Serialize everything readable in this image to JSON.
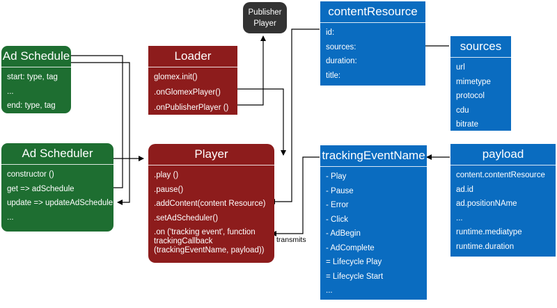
{
  "publisher": {
    "line1": "Publisher",
    "line2": "Player"
  },
  "loader": {
    "title": "Loader",
    "rows": [
      "glomex.init()",
      ".onGlomexPlayer()",
      ".onPublisherPlayer ()"
    ]
  },
  "ad_schedule": {
    "title": "Ad Schedule",
    "rows": [
      "start: type, tag",
      "...",
      "end: type, tag"
    ]
  },
  "ad_scheduler": {
    "title": "Ad Scheduler",
    "rows": [
      "constructor ()",
      "get => adSchedule",
      "update => updateAdSchedule",
      "..."
    ]
  },
  "player": {
    "title": "Player",
    "rows": [
      ".play ()",
      ".pause()",
      ".addContent(content Resource)",
      ".setAdScheduler()"
    ],
    "event_lines": [
      ".on ('tracking event', function",
      "trackingCallback",
      "(trackingEventName, payload))"
    ]
  },
  "content_resource": {
    "title": "contentResource",
    "rows": [
      "id:",
      "sources:",
      "duration:",
      "title:"
    ]
  },
  "sources": {
    "title": "sources",
    "rows": [
      "url",
      "mimetype",
      "protocol",
      "cdu",
      "bitrate"
    ]
  },
  "tracking_event_name": {
    "title": "trackingEventName",
    "rows": [
      "- Play",
      "- Pause",
      "- Error",
      "- Click",
      "- AdBegin",
      "- AdComplete",
      "= Lifecycle Play",
      "= Lifecycle Start",
      "..."
    ]
  },
  "payload": {
    "title": "payload",
    "rows": [
      "content.contentResource",
      "ad.id",
      "ad.positionNAme",
      "...",
      "runtime.mediatype",
      "runtime.duration"
    ]
  },
  "edges": {
    "transmits": "transmits"
  },
  "colors": {
    "green": "#1e6e31",
    "red": "#8d1c1c",
    "blue": "#0a6cc0",
    "dark": "#333333"
  }
}
